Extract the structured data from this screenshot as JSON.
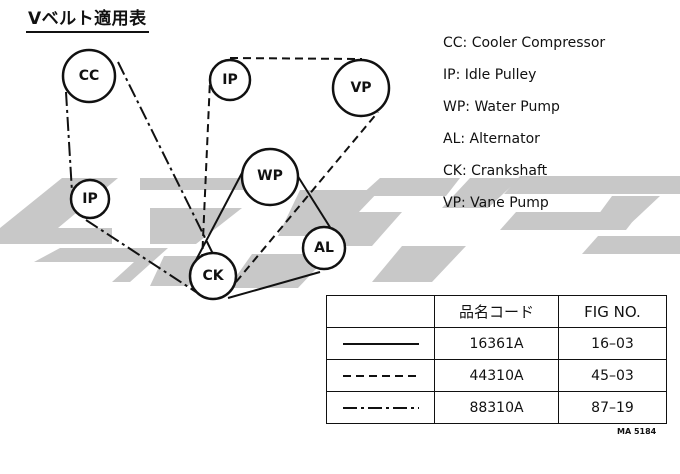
{
  "title": "Vベルト適用表",
  "pulleys": [
    {
      "id": "cc",
      "label": "CC"
    },
    {
      "id": "ip1",
      "label": "IP"
    },
    {
      "id": "ip2",
      "label": "IP"
    },
    {
      "id": "vp",
      "label": "VP"
    },
    {
      "id": "wp",
      "label": "WP"
    },
    {
      "id": "al",
      "label": "AL"
    },
    {
      "id": "ck",
      "label": "CK"
    }
  ],
  "legend": [
    "CC: Cooler Compressor",
    "IP: Idle Pulley",
    "WP: Water Pump",
    "AL: Alternator",
    "CK: Crankshaft",
    "VP: Vane Pump"
  ],
  "table": {
    "headers": [
      "",
      "品名コード",
      "FIG NO."
    ],
    "rows": [
      {
        "line_style": "solid",
        "code": "16361A",
        "fig": "16–03"
      },
      {
        "line_style": "dashed",
        "code": "44310A",
        "fig": "45–03"
      },
      {
        "line_style": "dash-dot",
        "code": "88310A",
        "fig": "87–19"
      }
    ]
  },
  "reference": "MA 5184",
  "watermark_color": "#c8c8c8"
}
